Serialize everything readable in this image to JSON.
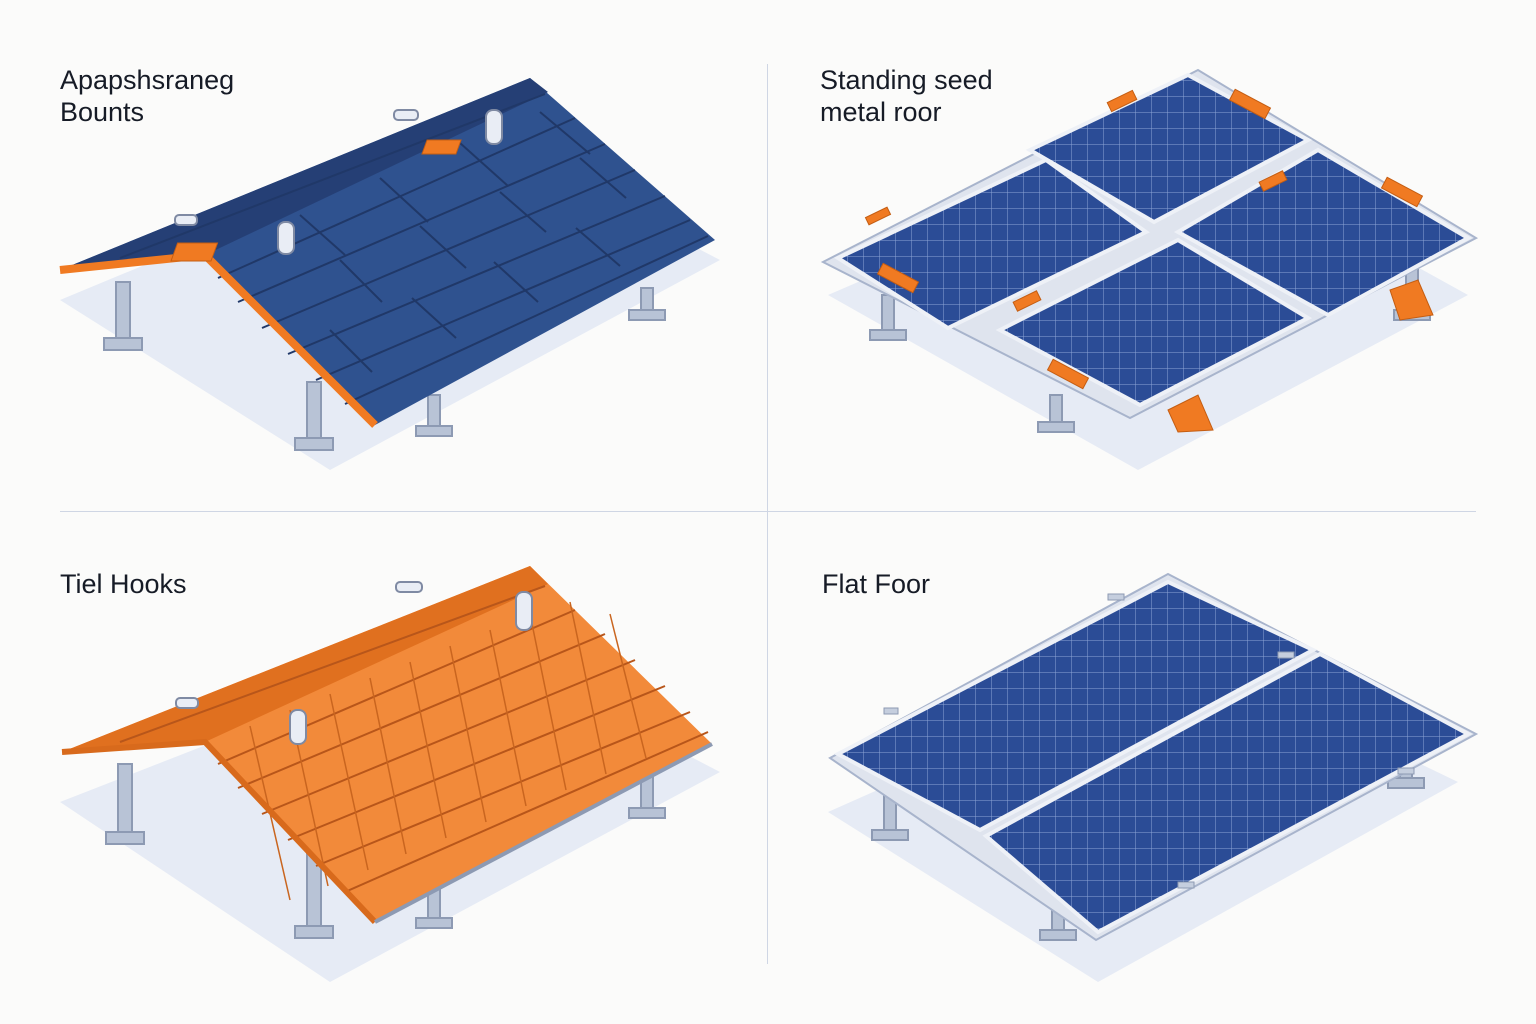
{
  "panels": [
    {
      "id": "asphalt",
      "title_lines": [
        "Apapshsraneg",
        "Bounts"
      ],
      "roof": "shingle"
    },
    {
      "id": "standing-seam",
      "title_lines": [
        "Standing seed",
        "metal roor"
      ],
      "roof": "panels-4"
    },
    {
      "id": "tile",
      "title_lines": [
        "Tiel Hooks"
      ],
      "roof": "tile"
    },
    {
      "id": "flat",
      "title_lines": [
        "Flat Foor"
      ],
      "roof": "panels-2"
    }
  ],
  "colors": {
    "background": "#fbfbfa",
    "shingle_blue": "#3b5fa0",
    "shingle_dark": "#2a4780",
    "orange_accent": "#f07a22",
    "tile_orange": "#f28a3a",
    "panel_cell": "#2b4c96",
    "panel_frame": "#dfe4ee",
    "steel": "#b8c3d6",
    "shadow": "#e6ebf5"
  },
  "icons": [
    "roof-mount-hook-icon",
    "rail-clamp-icon",
    "support-post-icon"
  ]
}
